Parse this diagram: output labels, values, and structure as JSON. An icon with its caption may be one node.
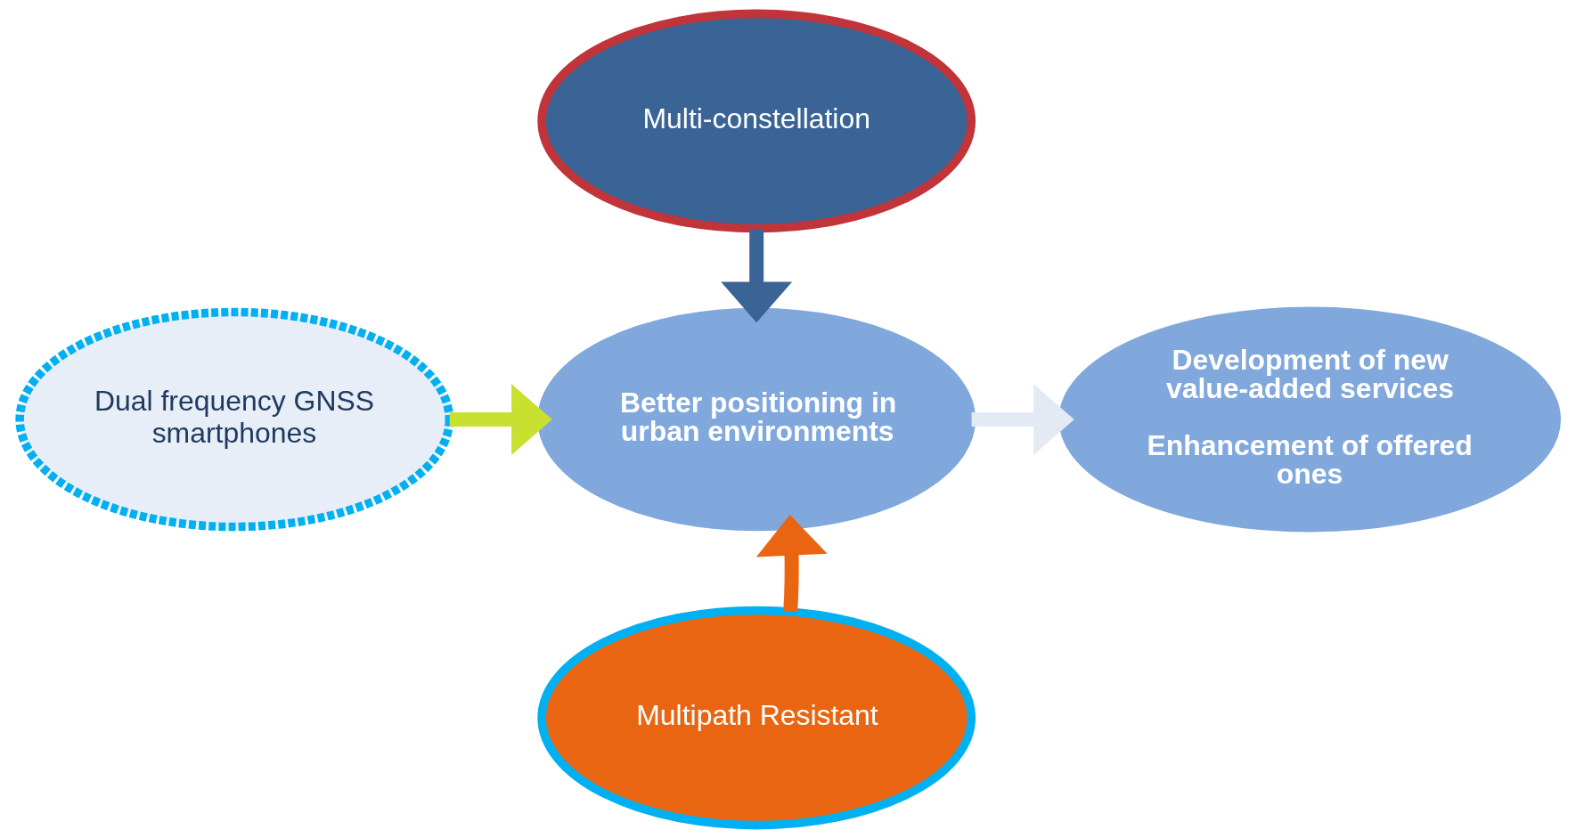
{
  "diagram": {
    "nodes": [
      {
        "text": [
          "Multi-constellation"
        ]
      },
      {
        "text": [
          "Dual frequency GNSS smartphones"
        ]
      },
      {
        "text": [
          "Better positioning in urban environments"
        ]
      },
      {
        "text": [
          "Development of new value-added services",
          "Enhancement of offered ones"
        ]
      },
      {
        "text": [
          "Multipath Resistant"
        ]
      }
    ],
    "edges": [
      {
        "from": 0,
        "to": 2,
        "arrow": "to",
        "color": "#3a6496"
      },
      {
        "from": 1,
        "to": 2,
        "arrow": "to",
        "color": "#c8e030"
      },
      {
        "from": 4,
        "to": 2,
        "arrow": "to",
        "color": "#ea6512"
      },
      {
        "from": 2,
        "to": 3,
        "arrow": "to",
        "color": "#e3eaf4"
      }
    ]
  }
}
